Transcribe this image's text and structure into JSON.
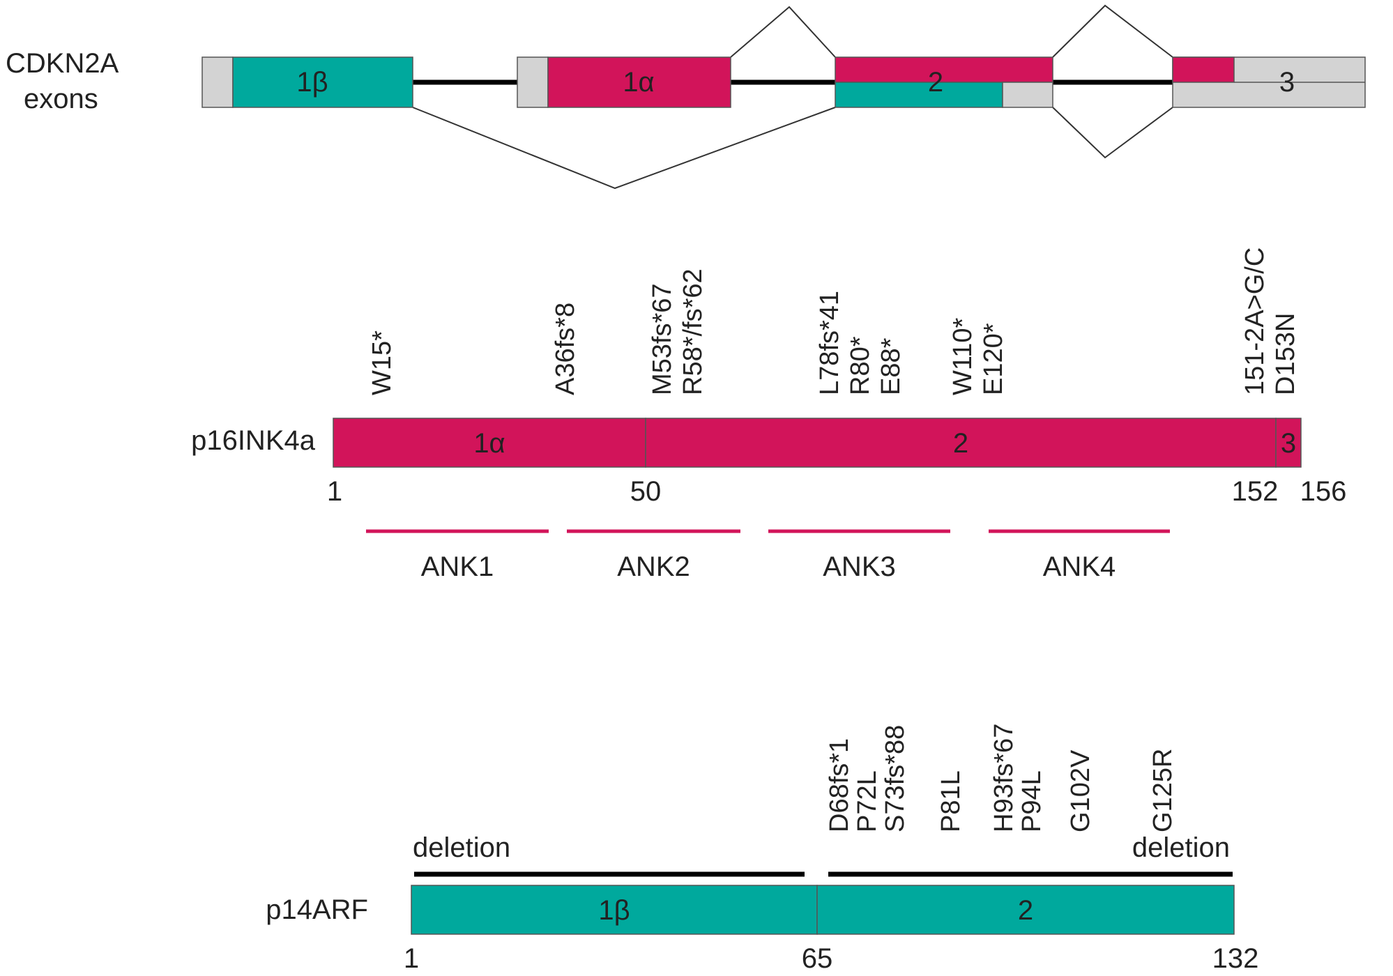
{
  "colors": {
    "p16": "#d2145a",
    "p14": "#00a99d",
    "utr": "#d3d3d3",
    "line": "#000000",
    "text": "#222222",
    "border": "#555555"
  },
  "exon_map": {
    "label_line1": "CDKN2A",
    "label_line2": "exons",
    "exon_labels": {
      "e1b": "1β",
      "e1a": "1α",
      "e2": "2",
      "e3": "3"
    }
  },
  "p16": {
    "label": "p16INK4a",
    "segments": [
      {
        "label": "1α",
        "start": 1,
        "end": 50
      },
      {
        "label": "2",
        "start": 50,
        "end": 152
      },
      {
        "label": "3",
        "start": 152,
        "end": 156
      }
    ],
    "ticks": [
      "1",
      "50",
      "152",
      "156"
    ],
    "domains": [
      {
        "label": "ANK1"
      },
      {
        "label": "ANK2"
      },
      {
        "label": "ANK3"
      },
      {
        "label": "ANK4"
      }
    ],
    "mutations": [
      [
        "W15*"
      ],
      [
        "A36fs*8"
      ],
      [
        "M53fs*67",
        "R58*/fs*62"
      ],
      [
        "L78fs*41",
        "R80*",
        "E88*"
      ],
      [
        "W110*",
        "E120*"
      ],
      [
        "151-2A>G/C",
        "D153N"
      ]
    ]
  },
  "p14": {
    "label": "p14ARF",
    "segments": [
      {
        "label": "1β",
        "start": 1,
        "end": 65
      },
      {
        "label": "2",
        "start": 65,
        "end": 132
      }
    ],
    "ticks": [
      "1",
      "65",
      "132"
    ],
    "deletions": [
      "deletion",
      "deletion"
    ],
    "mutations": [
      [
        "D68fs*1",
        "P72L",
        "S73fs*88"
      ],
      [
        "P81L"
      ],
      [
        "H93fs*67",
        "P94L"
      ],
      [
        "G102V"
      ],
      [
        "G125R"
      ]
    ]
  }
}
